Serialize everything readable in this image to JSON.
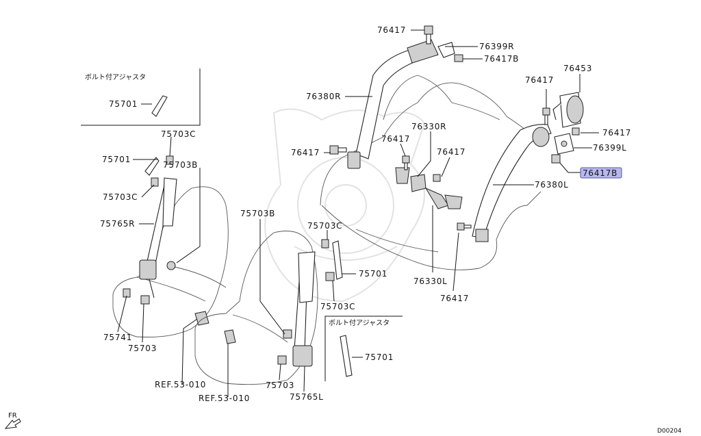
{
  "labels": {
    "l01": "76417",
    "l02": "76399R",
    "l03": "76417B",
    "l04": "76453",
    "l05": "76380R",
    "l06": "76417",
    "l07": "76417",
    "l08": "76330R",
    "l09": "76417",
    "l10": "76417",
    "l11": "76399L",
    "l12": "76417B",
    "l13": "76380L",
    "l14": "76330L",
    "l15": "76417",
    "l16": "75701",
    "l17": "75703C",
    "l18": "75701",
    "l19": "75703B",
    "l20": "75703C",
    "l21": "75765R",
    "l22": "75741",
    "l23": "75703",
    "l24": "75703B",
    "l25": "75703C",
    "l26": "75701",
    "l27": "75703C",
    "l28": "75701",
    "l29": "75703",
    "l30": "75765L",
    "l31": "REF.53-010",
    "l32": "REF.53-010",
    "l33": "76417"
  },
  "notes": {
    "bolt_adjuster_1": "ボルト付アジャスタ",
    "bolt_adjuster_2": "ボルト付アジャスタ"
  },
  "orientation": {
    "text": "FR"
  },
  "diagram_code": "D00204",
  "highlight_color": "#b8b8ee"
}
